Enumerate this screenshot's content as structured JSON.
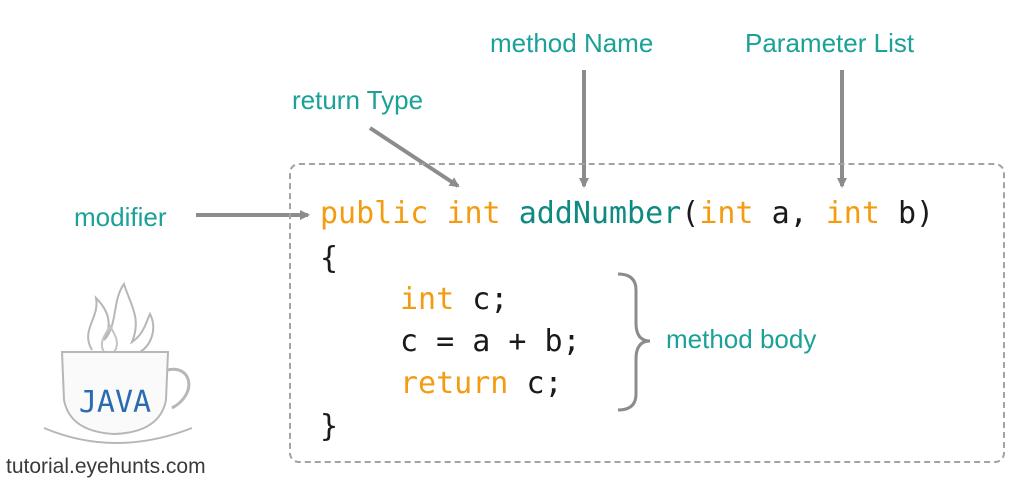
{
  "annotations": {
    "method_name": "method Name",
    "parameter_list": "Parameter List",
    "return_type": "return Type",
    "modifier": "modifier",
    "method_body": "method body"
  },
  "code": {
    "modifier": "public",
    "return_type": "int",
    "method_name": "addNumber",
    "open_paren": "(",
    "param1_type": "int",
    "param1_name": "a,",
    "param2_type": "int",
    "param2_name": "b)",
    "open_brace": "{",
    "body_line1_kw": "int",
    "body_line1_rest": "c;",
    "body_line2": "c = a + b;",
    "body_line3_kw": "return",
    "body_line3_rest": "c;",
    "close_brace": "}"
  },
  "logo": {
    "text": "JAVA",
    "site": "tutorial.eyehunts.com"
  },
  "colors": {
    "annotation": "#1aa198",
    "keyword": "#f39c12",
    "method_name": "#0e8a80",
    "text": "#1a1a1a",
    "arrow": "#8c8c8c",
    "box_border": "#a3a3a3",
    "logo_text": "#2b6cb0"
  }
}
